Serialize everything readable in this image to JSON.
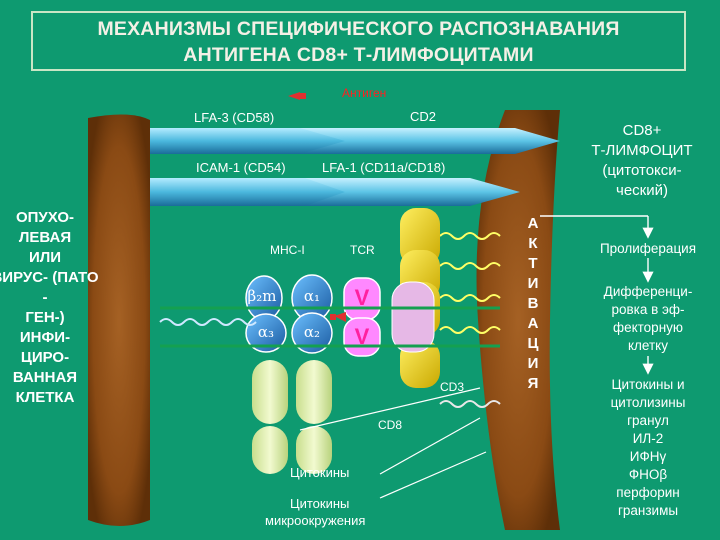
{
  "title": {
    "line1": "МЕХАНИЗМЫ СПЕЦИФИЧЕСКОГО РАСПОЗНАВАНИЯ",
    "line2": "АНТИГЕНА CD8+ Т-ЛИМФОЦИТАМИ"
  },
  "labels": {
    "antigen": "Антиген",
    "lfa3": "LFA-3 (CD58)",
    "cd2": "CD2",
    "icam1": "ICAM-1 (CD54)",
    "lfa1": "LFA-1 (CD11a/CD18)",
    "mhc1": "MHC-I",
    "tcr": "TCR",
    "cd3": "CD3",
    "cd8": "CD8",
    "b2m": "β₂m",
    "a1": "α₁",
    "a2": "α₂",
    "a3": "α₃",
    "v1": "V",
    "v2": "V",
    "cytokines": "Цитокины",
    "cytokines_micro_1": "Цитокины",
    "cytokines_micro_2": "микроокружения"
  },
  "tumor_cell": {
    "line1": "ОПУХО-",
    "line2": "ЛЕВАЯ",
    "line3": "ИЛИ",
    "line4": "ВИРУС- (ПАТО",
    "line5": "-",
    "line6": "ГЕН-)",
    "line7": "ИНФИ-",
    "line8": "ЦИРО-",
    "line9": "ВАННАЯ",
    "line10": "КЛЕТКА"
  },
  "t_cell": {
    "line1": "CD8+",
    "line2": "Т-ЛИМФОЦИТ",
    "line3": "(цитотокси-",
    "line4": "ческий)"
  },
  "activation_letters": [
    "А",
    "К",
    "Т",
    "И",
    "В",
    "А",
    "Ц",
    "И",
    "Я"
  ],
  "outcomes": {
    "proliferation": "Пролиферация",
    "diff1": "Дифференци-",
    "diff2": "ровка в эф-",
    "diff3": "фекторную",
    "diff4": "клетку",
    "cyt1": "Цитокины и",
    "cyt2": "цитолизины",
    "cyt3": "гранул",
    "cyt4": "ИЛ-2",
    "cyt5": "ИФНγ",
    "cyt6": "ФНОβ",
    "cyt7": "перфорин",
    "cyt8": "гранзимы"
  },
  "colors": {
    "background": "#0e9a70",
    "membrane": "#8a4a14",
    "arrow_fill": "#3fb0d8",
    "mhc_fill": "#3a9ad8",
    "tcr_fill": "#ff88ff",
    "cd3_fill": "#f2c7f2",
    "cd8_fill": "#e6f2b8",
    "antigen": "#e03030"
  }
}
